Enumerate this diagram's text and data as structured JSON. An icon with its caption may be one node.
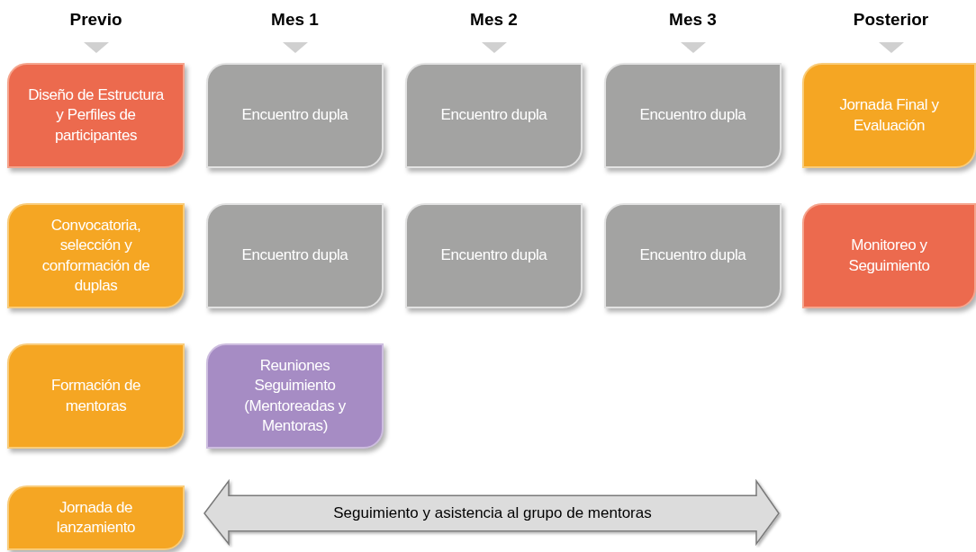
{
  "diagram": {
    "nodes": [
      {
        "text": [
          "Diseño de Estructura y Perfiles de participantes"
        ]
      },
      {
        "text": [
          "Encuentro dupla"
        ]
      },
      {
        "text": [
          "Encuentro dupla"
        ]
      },
      {
        "text": [
          "Encuentro dupla"
        ]
      },
      {
        "text": [
          "Jornada Final y Evaluación"
        ]
      },
      {
        "text": [
          "Convocatoria, selección y conformación de duplas"
        ]
      },
      {
        "text": [
          "Encuentro dupla"
        ]
      },
      {
        "text": [
          "Encuentro dupla"
        ]
      },
      {
        "text": [
          "Encuentro dupla"
        ]
      },
      {
        "text": [
          "Monitoreo y Seguimiento"
        ]
      },
      {
        "text": [
          "Formación de mentoras"
        ]
      },
      {
        "text": [
          "Reuniones Seguimiento (Mentoreadas y Mentoras)"
        ]
      },
      {
        "text": [
          "Jornada de lanzamiento"
        ]
      },
      {
        "text": [
          "Seguimiento y asistencia al grupo de mentoras"
        ]
      }
    ],
    "labels": [
      "Previo",
      "Mes 1",
      "Mes 2",
      "Mes 3",
      "Posterior"
    ]
  }
}
